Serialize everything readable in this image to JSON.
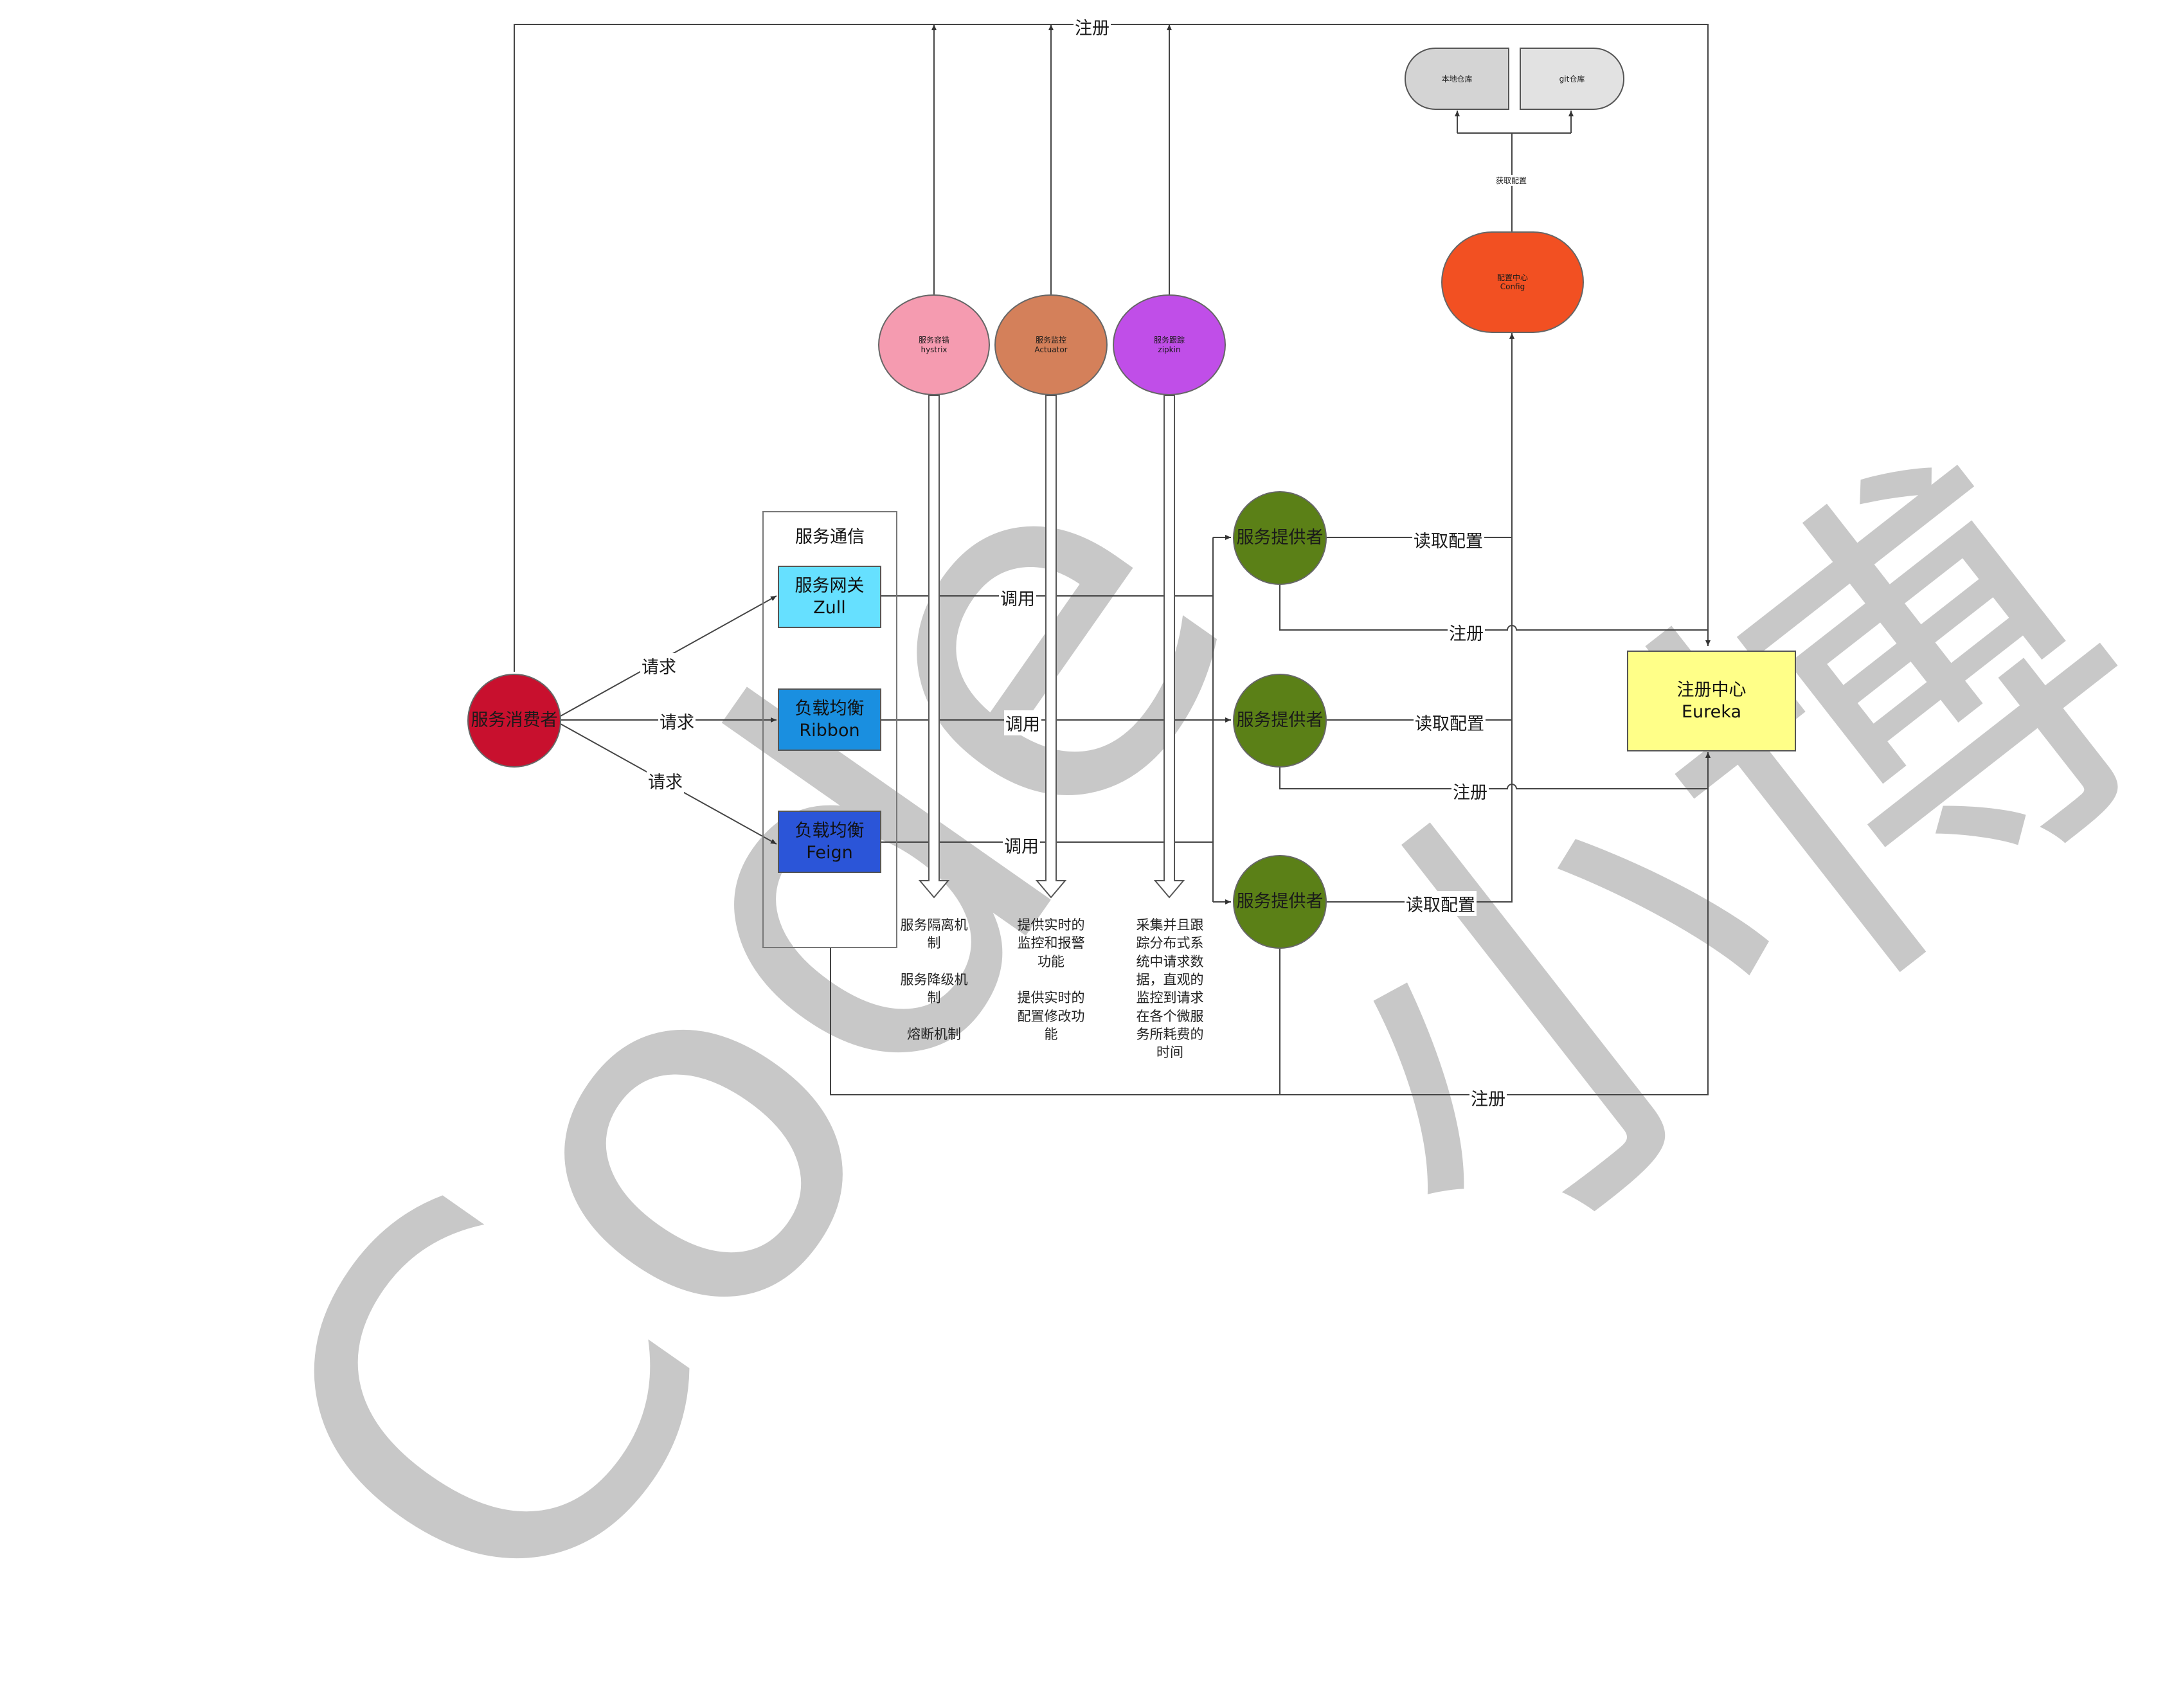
{
  "colors": {
    "consumer": "#c8102e",
    "zuul": "#66e0ff",
    "ribbon": "#1a8fe0",
    "feign": "#2b55d8",
    "provider": "#5b8017",
    "hystrix": "#f59bb0",
    "actuator": "#d4805a",
    "zipkin": "#c04ee8",
    "config": "#f25022",
    "eureka": "#ffff88",
    "watermark": "#c8c8c8"
  },
  "consumer": {
    "label": "服务消费者"
  },
  "comm": {
    "title": "服务通信",
    "zuul": {
      "line1": "服务网关",
      "line2": "Zull"
    },
    "ribbon": {
      "line1": "负载均衡",
      "line2": "Ribbon"
    },
    "feign": {
      "line1": "负载均衡",
      "line2": "Feign"
    }
  },
  "request_label": "请求",
  "call_label": "调用",
  "providers": [
    {
      "label": "服务提供者"
    },
    {
      "label": "服务提供者"
    },
    {
      "label": "服务提供者"
    }
  ],
  "read_config_label": "读取配置",
  "register_label": "注册",
  "eureka": {
    "line1": "注册中心",
    "line2": "Eureka"
  },
  "monitors": {
    "hystrix": {
      "line1": "服务容错",
      "line2": "hystrix"
    },
    "actuator": {
      "line1": "服务监控",
      "line2": "Actuator"
    },
    "zipkin": {
      "line1": "服务跟踪",
      "line2": "zipkin"
    }
  },
  "config_center": {
    "line1": "配置中心",
    "line2": "Config"
  },
  "fetch_config_label": "获取配置",
  "repos": {
    "local": "本地仓库",
    "git": "git仓库"
  },
  "descriptions": {
    "hystrix": "服务隔离机\n制\n\n服务降级机\n制\n\n熔断机制",
    "actuator": "提供实时的\n监控和报警\n功能\n\n提供实时的\n配置修改功\n能",
    "zipkin": "采集并且跟\n踪分布式系\n统中请求数\n据，直观的\n监控到请求\n在各个微服\n务所耗费的\n时间"
  },
  "watermark": {
    "text1": "Code",
    "text2": "小博"
  }
}
